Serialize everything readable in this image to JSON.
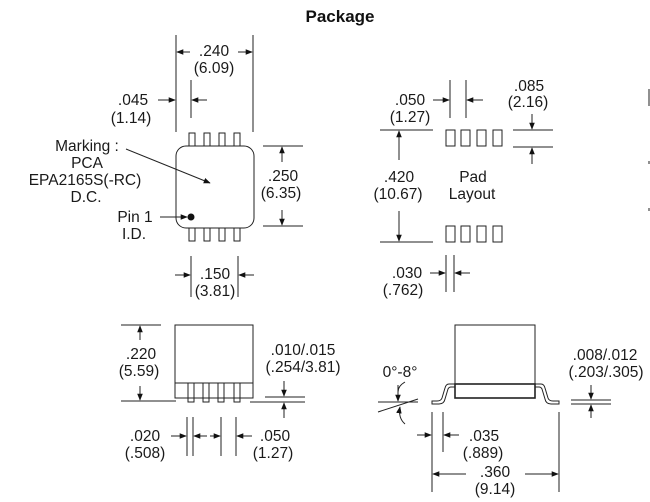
{
  "title": "Package",
  "top_view": {
    "width_dim": {
      "in": ".240",
      "mm": "(6.09)"
    },
    "lead_offset_dim": {
      "in": ".045",
      "mm": "(1.14)"
    },
    "height_dim": {
      "in": ".250",
      "mm": "(6.35)"
    },
    "lead_span_dim": {
      "in": ".150",
      "mm": "(3.81)"
    },
    "marking_label": [
      "Marking :",
      "PCA",
      "EPA2165S(-RC)",
      "D.C."
    ],
    "pin1_label": [
      "Pin 1",
      "I.D."
    ]
  },
  "pad_layout": {
    "label": [
      "Pad",
      "Layout"
    ],
    "pitch_dim": {
      "in": ".050",
      "mm": "(1.27)"
    },
    "pad_length_dim": {
      "in": ".085",
      "mm": "(2.16)"
    },
    "row_span_dim": {
      "in": ".420",
      "mm": "(10.67)"
    },
    "pad_width_dim": {
      "in": ".030",
      "mm": "(.762)"
    }
  },
  "side_view": {
    "height_dim": {
      "in": ".220",
      "mm": "(5.59)"
    },
    "standoff_dim": {
      "in": ".010/.015",
      "mm": "(.254/3.81)"
    },
    "lead_width_dim": {
      "in": ".020",
      "mm": "(.508)"
    },
    "pitch_dim": {
      "in": ".050",
      "mm": "(1.27)"
    }
  },
  "end_view": {
    "angle_label": "0°-8°",
    "thickness_dim": {
      "in": ".008/.012",
      "mm": "(.203/.305)"
    },
    "foot_dim": {
      "in": ".035",
      "mm": "(.889)"
    },
    "overall_dim": {
      "in": ".360",
      "mm": "(9.14)"
    }
  }
}
